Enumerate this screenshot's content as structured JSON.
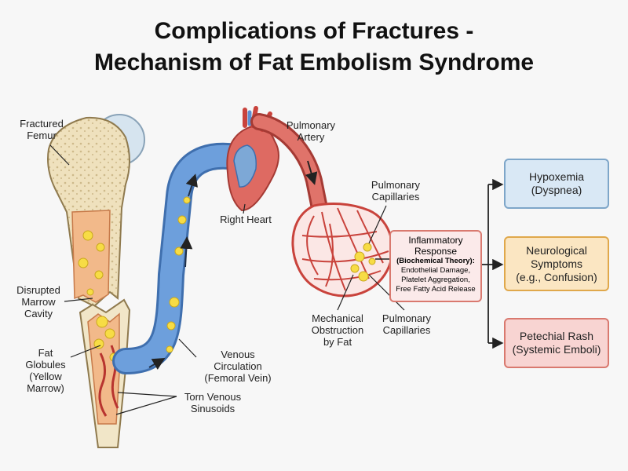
{
  "title": {
    "line1": "Complications of Fractures -",
    "line2": "Mechanism of Fat Embolism Syndrome"
  },
  "labels": {
    "fractured_femur": [
      "Fractured",
      "Femur"
    ],
    "disrupted_marrow": [
      "Disrupted",
      "Marrow",
      "Cavity"
    ],
    "fat_globules": [
      "Fat",
      "Globules",
      "(Yellow",
      "Marrow)"
    ],
    "torn_sinusoids": [
      "Torn Venous",
      "Sinusoids"
    ],
    "venous_circulation": [
      "Venous",
      "Circulation",
      "(Femoral Vein)"
    ],
    "right_heart": "Right Heart",
    "pulmonary_artery": [
      "Pulmonary",
      "Artery"
    ],
    "pulmonary_capillaries_top": [
      "Pulmonary",
      "Capillaries"
    ],
    "mechanical_obstruction": [
      "Mechanical",
      "Obstruction",
      "by Fat"
    ],
    "pulmonary_capillaries_bottom": [
      "Pulmonary",
      "Capillaries"
    ]
  },
  "inflammatory": {
    "title": [
      "Inflammatory",
      "Response"
    ],
    "subtitle": "(Biochemical Theory):",
    "items": [
      "Endothelial Damage,",
      "Platelet Aggregation,",
      "Free Fatty Acid Release"
    ]
  },
  "outcomes": [
    {
      "lines": [
        "Hypoxemia",
        "(Dyspnea)"
      ],
      "fill": "#d9e8f5",
      "border": "#7ea6c9"
    },
    {
      "lines": [
        "Neurological",
        "Symptoms",
        "(e.g., Confusion)"
      ],
      "fill": "#fbe6c2",
      "border": "#e0a84b"
    },
    {
      "lines": [
        "Petechial Rash",
        "(Systemic Emboli)"
      ],
      "fill": "#f8d4d2",
      "border": "#d9796f"
    }
  ],
  "colors": {
    "bone": "#f1e6c8",
    "marrow": "#f2b98a",
    "fat": "#f7dc45",
    "vein": "#5d8fd0",
    "artery": "#d9534f"
  }
}
